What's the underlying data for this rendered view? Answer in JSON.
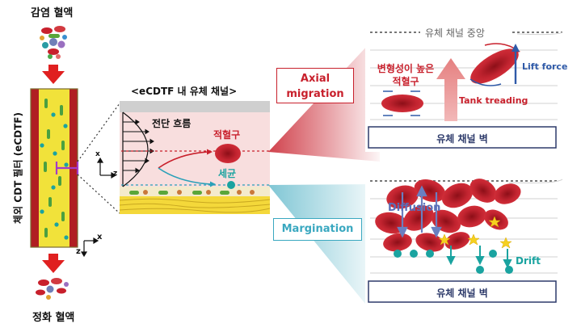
{
  "labels": {
    "infected_blood": "감염 혈액",
    "filter_name": "체외 CDT 필터 (eCDTF)",
    "purified_blood": "정화 혈액",
    "channel_title": "<eCDTF 내 유체 채널>",
    "shear_flow": "전단 흐름",
    "rbc": "적혈구",
    "bacteria": "세균",
    "axis_x": "x",
    "axis_z": "z",
    "axial_migration": "Axial migration",
    "margination": "Margination",
    "channel_center": "유체 채널 중앙",
    "deformable_rbc": "변형성이 높은 적혈구",
    "lift_force": "Lift force",
    "tank_treading": "Tank treading",
    "channel_wall_top": "유체 채널 벽",
    "channel_wall_bottom": "유체 채널 벽",
    "diffusion": "Diffusion",
    "drift": "Drift"
  },
  "colors": {
    "rbc_red": "#c0202a",
    "filter_red": "#b01e22",
    "filter_yellow": "#f1e23a",
    "bacteria_teal": "#1aa3a0",
    "purple_marker": "#a23bc8",
    "label_red": "#c8202c",
    "label_blue": "#2f5aa8",
    "panel_navy": "#2d3a6a",
    "migration_teal": "#3aa8c0"
  }
}
